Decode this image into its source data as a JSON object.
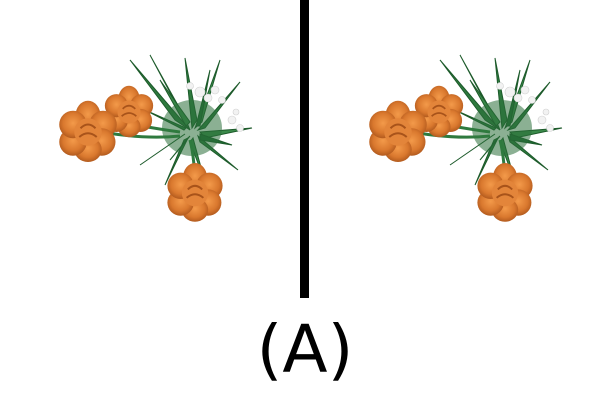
{
  "caption": "(A)",
  "panels": [
    {
      "subject": "marigold-bouquet"
    },
    {
      "subject": "marigold-bouquet"
    }
  ],
  "colors": {
    "background": "#ffffff",
    "divider": "#000000",
    "petal": "#d9782e",
    "petal_dark": "#a8531a",
    "leaf": "#2e7a3e",
    "leaf_dark": "#1c5a2a",
    "white_flower": "#f2f2f2"
  }
}
